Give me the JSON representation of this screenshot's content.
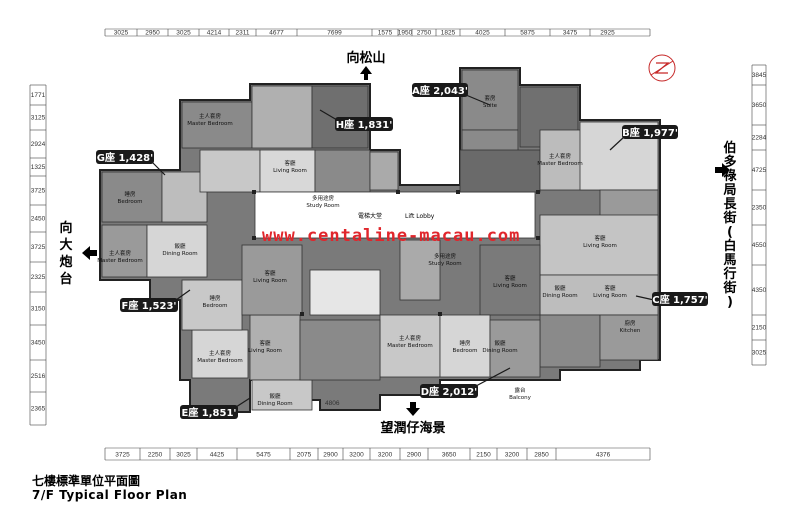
{
  "dims_top": [
    "3025",
    "2950",
    "3025",
    "4214",
    "2311",
    "4677",
    "7699",
    "1575",
    "1950",
    "2750",
    "1825",
    "4025",
    "5875",
    "3475",
    "2925"
  ],
  "dims_bottom": [
    "3725",
    "2250",
    "3025",
    "4425",
    "5475",
    "2075",
    "2900",
    "3200",
    "3200",
    "2900",
    "3650",
    "2150",
    "3200",
    "2850",
    "4376"
  ],
  "dims_left": [
    "1771",
    "3125",
    "2924",
    "1325",
    "3725",
    "2450",
    "3725",
    "2325",
    "3150",
    "3450",
    "2516",
    "2365"
  ],
  "dims_right": [
    "3845",
    "3650",
    "2284",
    "4725",
    "2350",
    "4550",
    "4350",
    "2150",
    "3025"
  ],
  "dim_inner": "4806",
  "directions": {
    "north": "向松山",
    "south": "望潤仔海景",
    "west": "向大炮台",
    "east": "伯多祿局長街(白馬行街)"
  },
  "units": [
    {
      "label": "A座 2,043'"
    },
    {
      "label": "B座 1,977'"
    },
    {
      "label": "C座 1,757'"
    },
    {
      "label": "D座 2,012'"
    },
    {
      "label": "E座 1,851'"
    },
    {
      "label": "F座 1,523'"
    },
    {
      "label": "G座 1,428'"
    },
    {
      "label": "H座 1,831'"
    }
  ],
  "rooms": {
    "master_suite": "主人套房",
    "master_bedroom": "Master Bedroom",
    "bedroom_zh": "睡房",
    "bedroom": "Bedroom",
    "living_zh": "客廳",
    "living": "Living Room",
    "dining_zh": "飯廳",
    "dining": "Dining Room",
    "kitchen_zh": "廚房",
    "kitchen": "Kitchen",
    "balcony_zh": "露台",
    "balcony": "Balcony",
    "study_zh": "多用途房",
    "study": "Study Room",
    "suite_zh": "套房",
    "suite": "Suite",
    "lobby_zh": "電梯大堂",
    "lobby": "Lift Lobby"
  },
  "watermark": "www.centaline-macau.com",
  "title_zh": "七樓標準單位平面圖",
  "title_en": "7/F Typical Floor Plan",
  "colors": {
    "room_dark": "#6b6b6b",
    "room_light": "#d4d4d4",
    "wall": "#2a2a2a",
    "callout": "#1a1a1a",
    "watermark": "#e0262c",
    "lobby": "#ffffff"
  }
}
